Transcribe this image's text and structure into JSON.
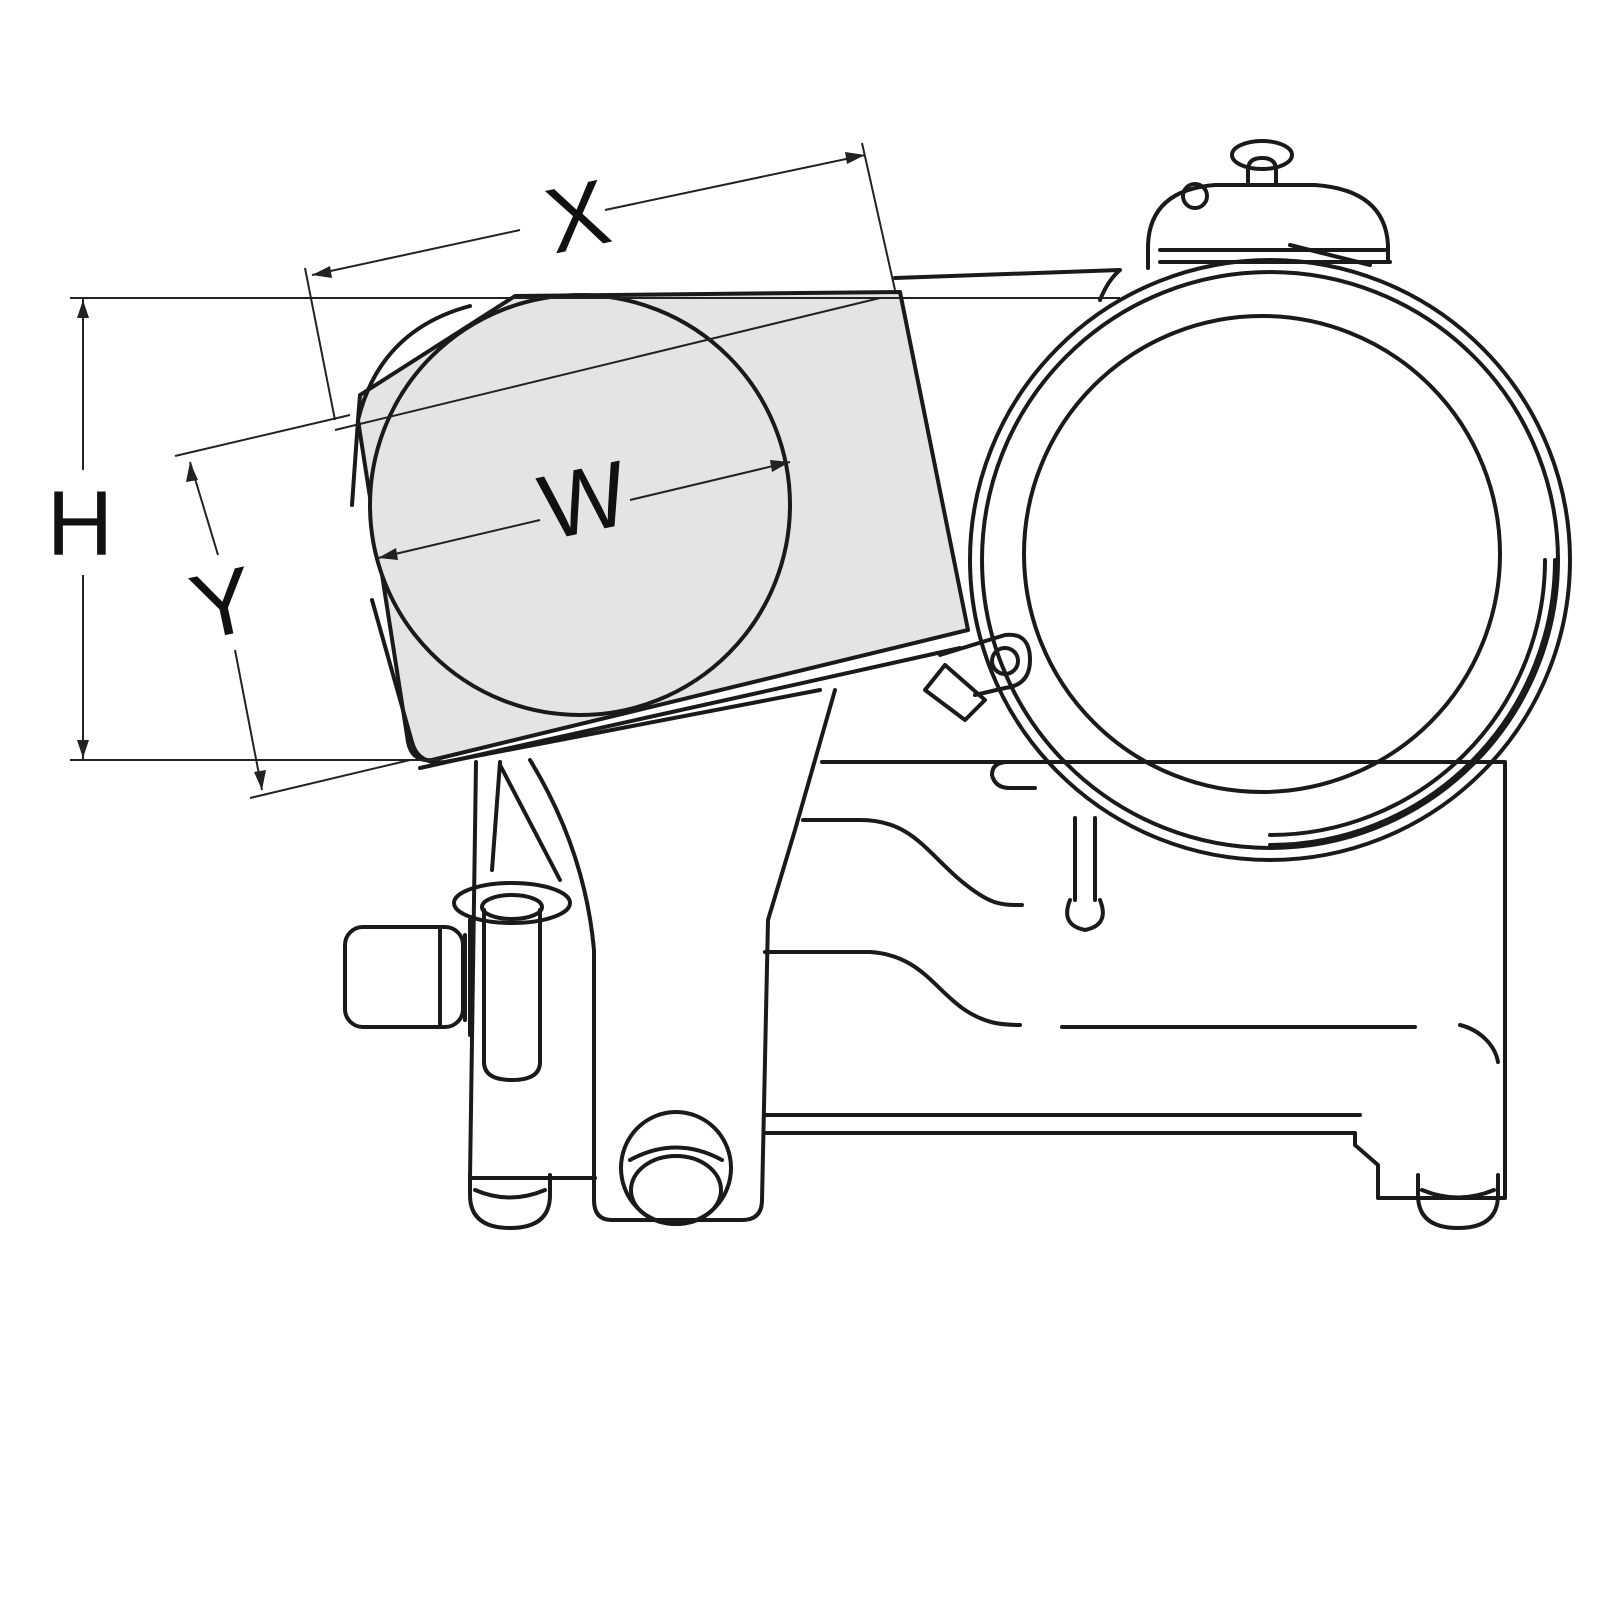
{
  "diagram": {
    "labels": {
      "x": "X",
      "y": "Y",
      "w": "W",
      "h": "H"
    },
    "colors": {
      "line": "#1a1a1a",
      "product_fill": "#e3e4e6",
      "background": "#ffffff"
    }
  }
}
